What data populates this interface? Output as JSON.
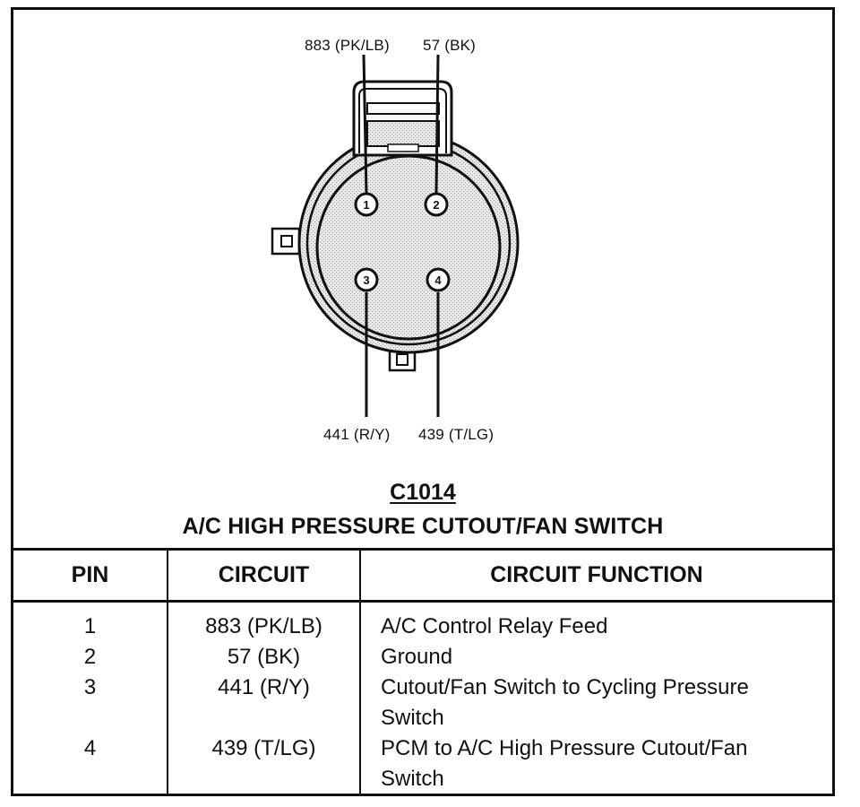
{
  "connector": {
    "id": "C1014",
    "name": "A/C HIGH PRESSURE CUTOUT/FAN SWITCH",
    "pin_numbers": [
      "1",
      "2",
      "3",
      "4"
    ],
    "wire_labels": {
      "pin1": "883 (PK/LB)",
      "pin2": "57 (BK)",
      "pin3": "441 (R/Y)",
      "pin4": "439 (T/LG)"
    }
  },
  "table": {
    "headers": [
      "PIN",
      "CIRCUIT",
      "CIRCUIT FUNCTION"
    ],
    "rows": [
      {
        "pin": "1",
        "circuit": "883 (PK/LB)",
        "function_lines": [
          "A/C Control Relay Feed"
        ]
      },
      {
        "pin": "2",
        "circuit": "57 (BK)",
        "function_lines": [
          "Ground"
        ]
      },
      {
        "pin": "3",
        "circuit": "441 (R/Y)",
        "function_lines": [
          "Cutout/Fan Switch to Cycling Pressure",
          "Switch"
        ]
      },
      {
        "pin": "4",
        "circuit": "439 (T/LG)",
        "function_lines": [
          "PCM to A/C High Pressure Cutout/Fan",
          "Switch"
        ]
      }
    ]
  }
}
